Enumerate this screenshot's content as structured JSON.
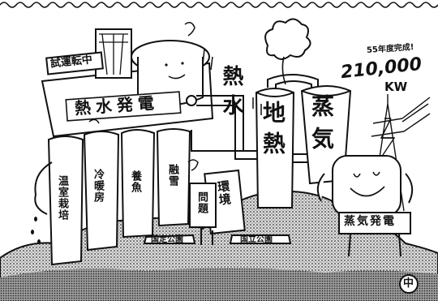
{
  "trial_sign": "試運転中",
  "hot_water_plant": "熱水発電",
  "hot_water_vertical": "熱水",
  "geothermal": "地熱",
  "steam": "蒸気",
  "steam_plant": "蒸気発電",
  "year_note": "55年度完成!",
  "output_value": "210,000",
  "output_unit": "KW",
  "uses": [
    "温室栽培",
    "冷暖房",
    "養魚",
    "融雪"
  ],
  "environment": "環境",
  "problem": "問題",
  "quasi_national_park": "国定公園",
  "national_park": "国立公園",
  "corner_mark": "中"
}
